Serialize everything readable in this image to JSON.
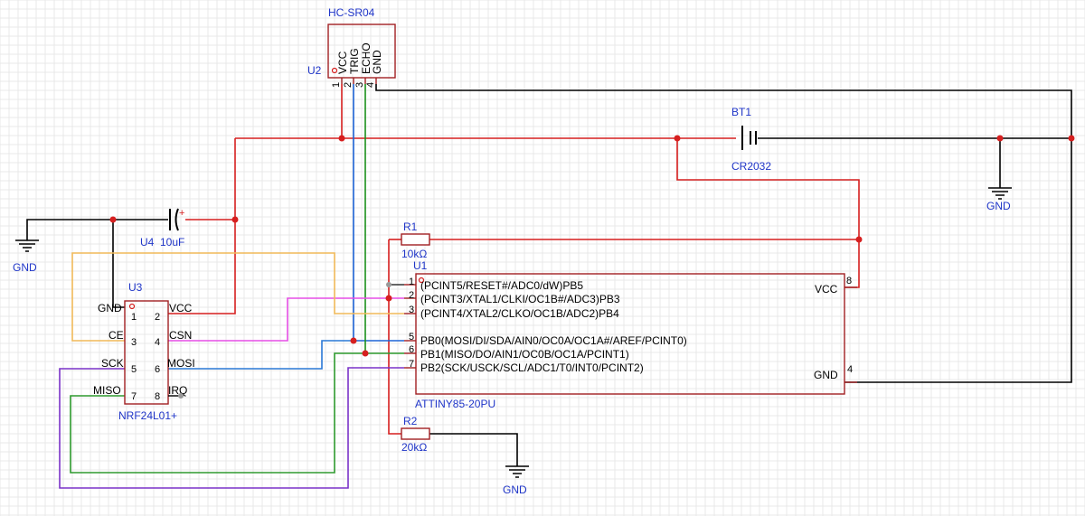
{
  "colors": {
    "power": "#d61f1f",
    "ground": "#000000",
    "trig": "#1e64d6",
    "echo": "#1a8f1a",
    "mosi": "#2a78d6",
    "csn": "#e64ee6",
    "ce": "#f0b959",
    "miso": "#2e9a2e",
    "sck": "#7a32c8",
    "symbol": "#a11f22",
    "label": "#1f35c8"
  },
  "hcsr04": {
    "title": "HC-SR04",
    "ref": "U2",
    "pins": [
      "VCC",
      "TRIG",
      "ECHO",
      "GND"
    ],
    "numbers": [
      "1",
      "2",
      "3",
      "4"
    ]
  },
  "battery": {
    "ref": "BT1",
    "value": "CR2032"
  },
  "capacitor": {
    "ref": "U4",
    "value": "10uF",
    "plus": "+"
  },
  "gnd_labels": [
    "GND",
    "GND",
    "GND"
  ],
  "r1": {
    "ref": "R1",
    "value": "10kΩ"
  },
  "r2": {
    "ref": "R2",
    "value": "20kΩ"
  },
  "nrf": {
    "ref": "U3",
    "name": "NRF24L01+",
    "left_labels": [
      "GND",
      "CE",
      "SCK",
      "MISO"
    ],
    "right_labels": [
      "VCC",
      "CSN",
      "MOSI",
      "IRQ"
    ],
    "left_numbers": [
      "1",
      "3",
      "5",
      "7"
    ],
    "right_numbers": [
      "2",
      "4",
      "6",
      "8"
    ]
  },
  "attiny": {
    "ref": "U1",
    "name": "ATTINY85-20PU",
    "pin_numbers": [
      "1",
      "2",
      "3",
      "5",
      "6",
      "7"
    ],
    "pin_labels": [
      "(PCINT5/RESET#/ADC0/dW)PB5",
      "(PCINT3/XTAL1/CLKI/OC1B#/ADC3)PB3",
      "(PCINT4/XTAL2/CLKO/OC1B/ADC2)PB4",
      "PB0(MOSI/DI/SDA/AIN0/OC0A/OC1A#/AREF/PCINT0)",
      "PB1(MISO/DO/AIN1/OC0B/OC1A/PCINT1)",
      "PB2(SCK/USCK/SCL/ADC1/T0/INT0/PCINT2)"
    ],
    "vcc_label": "VCC",
    "vcc_pin": "8",
    "gnd_label": "GND",
    "gnd_pin": "4"
  }
}
